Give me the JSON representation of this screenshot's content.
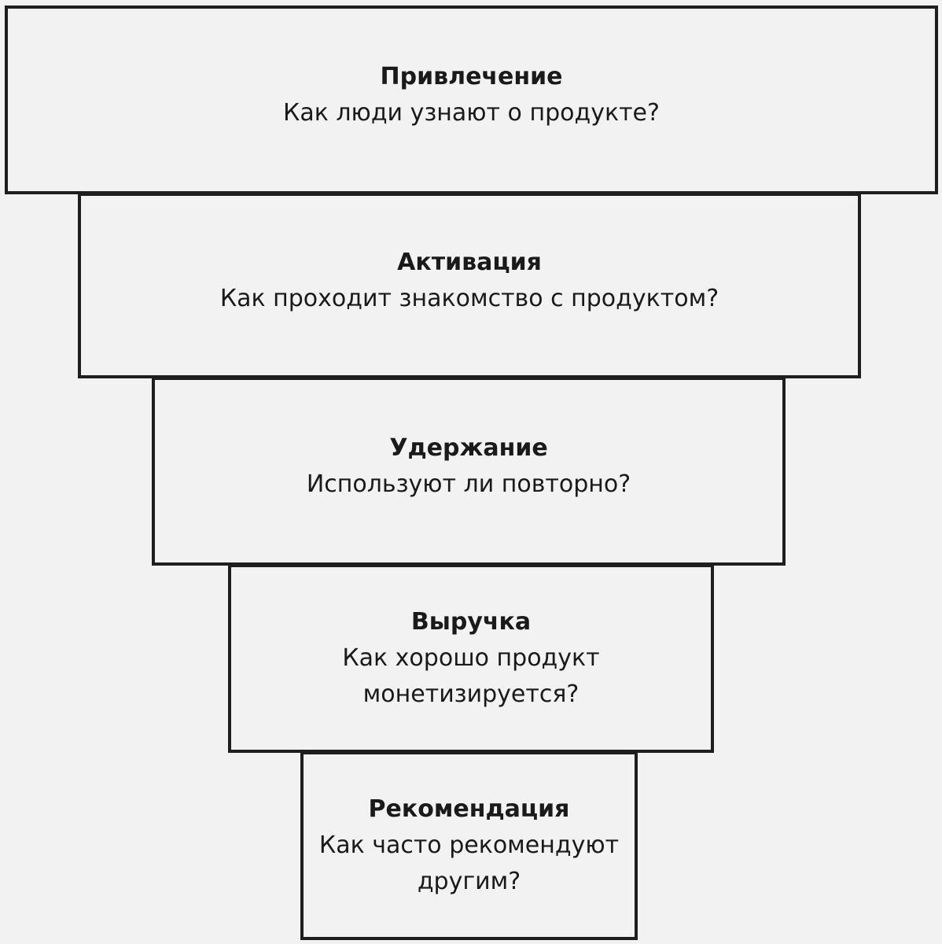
{
  "stages": [
    {
      "title": "Привлечение",
      "question": "Как люди узнают о продукте?"
    },
    {
      "title": "Активация",
      "question": "Как проходит знакомство с продуктом?"
    },
    {
      "title": "Удержание",
      "question": "Используют ли повторно?"
    },
    {
      "title": "Выручка",
      "question": "Как хорошо продукт монетизируется?"
    },
    {
      "title": "Рекомендация",
      "question": "Как часто рекомендуют другим?"
    }
  ]
}
